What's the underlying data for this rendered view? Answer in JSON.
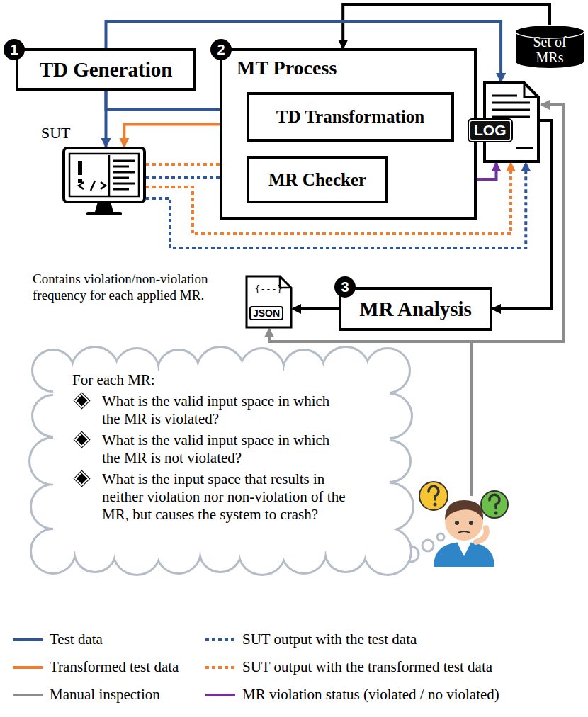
{
  "diagram": {
    "nodes": [
      {
        "text": [
          "TD Generation"
        ]
      },
      {
        "text": [
          "MT Process"
        ]
      },
      {
        "text": [
          "TD Transformation"
        ],
        "in": 1
      },
      {
        "text": [
          "MR Checker"
        ],
        "in": 1
      },
      {
        "text": [
          "Set of MRs"
        ]
      },
      {
        "text": [
          "SUT"
        ]
      },
      {
        "text": [
          "LOG"
        ]
      },
      {
        "text": [
          "MR Analysis"
        ]
      },
      {
        "text": [
          "{---}",
          "JSON"
        ]
      },
      {
        "text": [
          "For each MR:",
          "What is the valid input space in which the MR is violated?",
          "What is the valid input space in which the MR is not violated?",
          "What is the input space that results in neither violation nor non-violation of the MR, but causes the system to crash?"
        ]
      }
    ],
    "edges": [
      {
        "from": 4,
        "to": 1,
        "arrow": "to"
      },
      {
        "from": 0,
        "to": 6,
        "arrow": "to"
      },
      {
        "from": 0,
        "to": 2,
        "arrow": "to"
      },
      {
        "from": 0,
        "to": 5,
        "arrow": "to"
      },
      {
        "from": 2,
        "to": 5,
        "arrow": "to"
      },
      {
        "from": 5,
        "to": 3,
        "arrow": "to"
      },
      {
        "from": 5,
        "to": 3,
        "arrow": "to"
      },
      {
        "from": 5,
        "to": 6,
        "arrow": "to"
      },
      {
        "from": 5,
        "to": 6,
        "arrow": "to"
      },
      {
        "from": 3,
        "to": 6,
        "arrow": "to"
      },
      {
        "from": 6,
        "to": 7,
        "arrow": "to"
      },
      {
        "from": 7,
        "to": 8,
        "arrow": "to"
      }
    ],
    "labels": [
      "1",
      "2",
      "3",
      "Contains violation/non-violation frequency for each applied MR."
    ],
    "legend": [
      {
        "text": "Test data"
      },
      {
        "text": "SUT output with the test data"
      },
      {
        "text": "Transformed test data"
      },
      {
        "text": "SUT output with the transformed test data"
      },
      {
        "text": "Manual inspection"
      },
      {
        "text": "MR violation status (violated / no violated)"
      }
    ]
  }
}
